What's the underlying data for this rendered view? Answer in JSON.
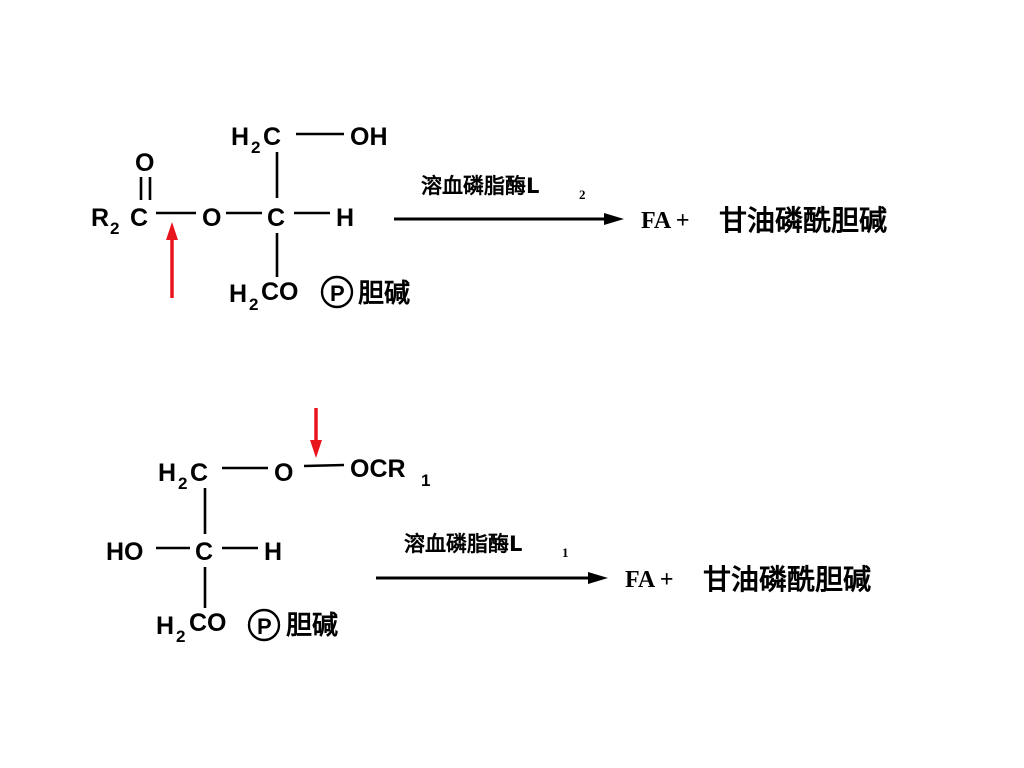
{
  "reaction1": {
    "enzyme_text": "溶血磷脂酶L",
    "enzyme_sub": "2",
    "product_fa": "FA +",
    "product_name": "甘油磷酰胆碱",
    "atoms": {
      "h2c_top": "H",
      "h2c_top_sub": "2",
      "h2c_top_c": "C",
      "oh": "OH",
      "o_carbonyl": "O",
      "r2": "R",
      "r2_sub": "2",
      "c_ester": "C",
      "o_ester": "O",
      "c_center": "C",
      "h_right": "H",
      "h2co_h": "H",
      "h2co_sub": "2",
      "h2co_co": "CO",
      "phosphate": "P",
      "choline": "胆碱"
    }
  },
  "reaction2": {
    "enzyme_text": "溶血磷脂酶L",
    "enzyme_sub": "1",
    "product_fa": "FA +",
    "product_name": "甘油磷酰胆碱",
    "atoms": {
      "h2c_top_h": "H",
      "h2c_top_sub": "2",
      "h2c_top_c": "C",
      "o_ester": "O",
      "ocr1": "OCR",
      "ocr1_sub": "1",
      "ho": "HO",
      "c_center": "C",
      "h_right": "H",
      "h2co_h": "H",
      "h2co_sub": "2",
      "h2co_co": "CO",
      "phosphate": "P",
      "choline": "胆碱"
    }
  },
  "colors": {
    "cleavage_arrow": "#e8161c",
    "text": "#000000"
  }
}
